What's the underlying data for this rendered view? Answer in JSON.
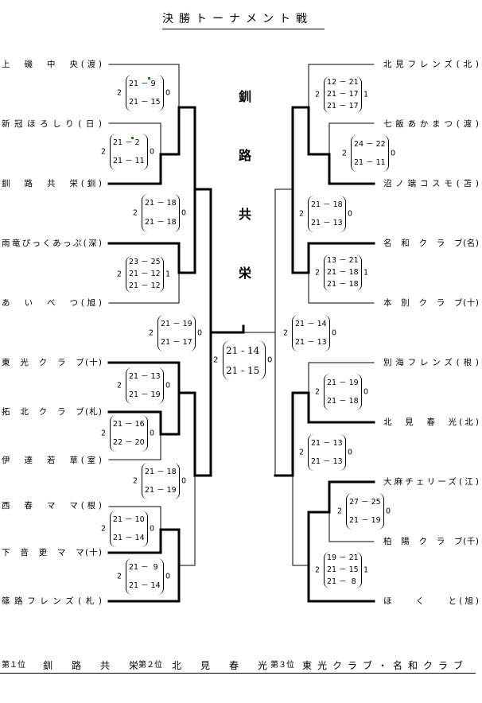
{
  "title": "決勝トーナメント戦",
  "champion_vertical": [
    "釧",
    "路",
    "共",
    "栄"
  ],
  "left_teams": [
    {
      "name": "上　磯　中　央",
      "pref": "(渡)"
    },
    {
      "name": "新冠ほろしり",
      "pref": "(日)"
    },
    {
      "name": "釧　路　共　栄",
      "pref": "(釧)"
    },
    {
      "name": "雨竜ぴっくあっぷ",
      "pref": "(深)"
    },
    {
      "name": "あ　い　べ　つ",
      "pref": "(旭)"
    },
    {
      "name": "東　光　ク　ラ　ブ",
      "pref": "(十)"
    },
    {
      "name": "拓　北　ク　ラ　ブ",
      "pref": "(札)"
    },
    {
      "name": "伊　達　若　草",
      "pref": "(室)"
    },
    {
      "name": "西　春　マ　マ",
      "pref": "(根)"
    },
    {
      "name": "下　音　更　マ　マ",
      "pref": "(十)"
    },
    {
      "name": "篠路フレンズ",
      "pref": "(札)"
    }
  ],
  "right_teams": [
    {
      "name": "北見フレンズ",
      "pref": "(北)"
    },
    {
      "name": "七飯あかまつ",
      "pref": "(渡)"
    },
    {
      "name": "沼ノ端コスモ",
      "pref": "(苫)"
    },
    {
      "name": "名　和　ク　ラ　ブ",
      "pref": "(名)"
    },
    {
      "name": "本　別　ク　ラ　ブ",
      "pref": "(十)"
    },
    {
      "name": "別海フレンズ",
      "pref": "(根)"
    },
    {
      "name": "北　見　春　光",
      "pref": "(北)"
    },
    {
      "name": "大麻チェリーズ",
      "pref": "(江)"
    },
    {
      "name": "柏　陽　ク　ラ　ブ",
      "pref": "(千)"
    },
    {
      "name": "ほ　　く　　と",
      "pref": "(旭)"
    }
  ],
  "matches": [
    {
      "id": "L1",
      "sets_won": "2",
      "sets_lost": "0",
      "games": [
        "21 － 9",
        "21 － 15"
      ]
    },
    {
      "id": "L2",
      "sets_won": "2",
      "sets_lost": "0",
      "games": [
        "21 － 2",
        "21 － 11"
      ]
    },
    {
      "id": "L3",
      "sets_won": "2",
      "sets_lost": "0",
      "games": [
        "21 － 18",
        "21 － 18"
      ]
    },
    {
      "id": "L4",
      "sets_won": "2",
      "sets_lost": "1",
      "games": [
        "23 － 25",
        "21 － 12",
        "21 － 12"
      ]
    },
    {
      "id": "L5",
      "sets_won": "2",
      "sets_lost": "0",
      "games": [
        "21 － 19",
        "21 － 17"
      ]
    },
    {
      "id": "L6",
      "sets_won": "2",
      "sets_lost": "0",
      "games": [
        "21 － 13",
        "21 － 19"
      ]
    },
    {
      "id": "L7",
      "sets_won": "2",
      "sets_lost": "0",
      "games": [
        "21 － 16",
        "22 － 20"
      ]
    },
    {
      "id": "L8",
      "sets_won": "2",
      "sets_lost": "0",
      "games": [
        "21 － 18",
        "21 － 19"
      ]
    },
    {
      "id": "L9",
      "sets_won": "2",
      "sets_lost": "0",
      "games": [
        "21 － 10",
        "21 － 14"
      ]
    },
    {
      "id": "L10",
      "sets_won": "2",
      "sets_lost": "0",
      "games": [
        "21 －  9",
        "21 － 14"
      ]
    },
    {
      "id": "R1",
      "sets_won": "2",
      "sets_lost": "1",
      "games": [
        "12 － 21",
        "21 － 17",
        "21 － 17"
      ]
    },
    {
      "id": "R2",
      "sets_won": "2",
      "sets_lost": "0",
      "games": [
        "24 － 22",
        "21 － 11"
      ]
    },
    {
      "id": "R3",
      "sets_won": "2",
      "sets_lost": "0",
      "games": [
        "21 － 18",
        "21 － 13"
      ]
    },
    {
      "id": "R4",
      "sets_won": "2",
      "sets_lost": "1",
      "games": [
        "13 － 21",
        "21 － 18",
        "21 － 18"
      ]
    },
    {
      "id": "R5",
      "sets_won": "2",
      "sets_lost": "0",
      "games": [
        "21 － 14",
        "21 － 13"
      ]
    },
    {
      "id": "R6",
      "sets_won": "2",
      "sets_lost": "0",
      "games": [
        "21 － 19",
        "21 － 18"
      ]
    },
    {
      "id": "R7",
      "sets_won": "2",
      "sets_lost": "0",
      "games": [
        "21 － 13",
        "21 － 13"
      ]
    },
    {
      "id": "R8",
      "sets_won": "2",
      "sets_lost": "0",
      "games": [
        "27 － 25",
        "21 － 19"
      ]
    },
    {
      "id": "R9",
      "sets_won": "2",
      "sets_lost": "1",
      "games": [
        "19 － 21",
        "21 － 15",
        "21 －  8"
      ]
    }
  ],
  "final": {
    "sets_won": "2",
    "sets_lost": "0",
    "games": [
      "21 - 14",
      "21 - 15"
    ]
  },
  "results": {
    "first_label": "第１位",
    "first": "釧　路　共　栄",
    "second_label": "第２位",
    "second": "北　見　春　光",
    "third_label": "第３位",
    "third": "東光クラブ・名和クラブ"
  },
  "colors": {
    "line": "#000000",
    "marker": "#0a8a0a"
  }
}
